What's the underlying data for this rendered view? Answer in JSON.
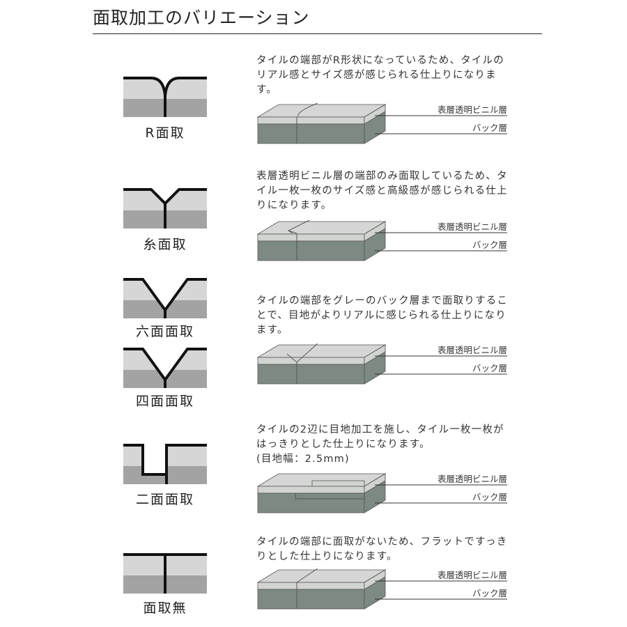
{
  "title": "面取加工のバリエーション",
  "layer_labels": {
    "top": "表層透明ビニル層",
    "back": "バック層"
  },
  "colors": {
    "light_gray": "#d6d6d6",
    "dark_gray": "#a3a3a3",
    "front_light": "#d2d4d2",
    "front_dark": "#7d8a83"
  },
  "variations": [
    {
      "name": "R面取",
      "icon": "r-chamfer-icon",
      "description": "タイルの端部がR形状になっているため、タイルのリアル感とサイズ感が感じられる仕上りになります。"
    },
    {
      "name": "糸面取",
      "icon": "thread-chamfer-icon",
      "description": "表層透明ビニル層の端部のみ面取しているため、タイル一枚一枚のサイズ感と高級感が感じられる仕上りになります。"
    },
    {
      "name": "六面面取",
      "icon": "v-chamfer-icon",
      "description": "タイルの端部をグレーのバック層まで面取りすることで、目地がよりリアルに感じられる仕上りになります。"
    },
    {
      "name": "四面面取",
      "icon": "v-chamfer-icon"
    },
    {
      "name": "二面面取",
      "icon": "joint-groove-icon",
      "description": "タイルの2辺に目地加工を施し、タイル一枚一枚がはっきりとした仕上りになります。",
      "note": "(目地幅：2.5mm)"
    },
    {
      "name": "面取無",
      "icon": "no-chamfer-icon",
      "description": "タイルの端部に面取がないため、フラットですっきりとした仕上りになります。"
    }
  ]
}
